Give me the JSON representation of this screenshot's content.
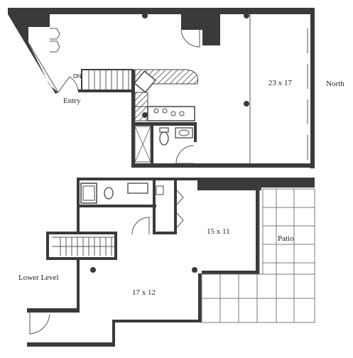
{
  "upper_level": {
    "room_label": "23 x 17",
    "entry_label": "Entry",
    "compass_label": "North",
    "stair_mark": "DN"
  },
  "lower_level": {
    "level_label": "Lower Level",
    "living_label": "17 x 12",
    "bedroom_label": "15 x 11",
    "patio_label": "Patio"
  },
  "colors": {
    "wall": "#3a3a3a",
    "line": "#555555",
    "hatch": "#444444",
    "tile": "#777777"
  }
}
